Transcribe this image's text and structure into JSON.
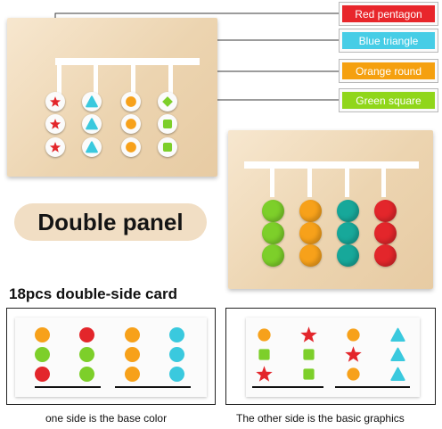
{
  "labels": [
    {
      "text": "Red pentagon",
      "color": "#e8262b"
    },
    {
      "text": "Blue triangle",
      "color": "#47cde6"
    },
    {
      "text": "Orange round",
      "color": "#f5a00f"
    },
    {
      "text": "Green square",
      "color": "#90d61a"
    }
  ],
  "banner": "Double panel",
  "cards_heading": "18pcs double-side card",
  "captions": {
    "color_side": "one side is the base color",
    "graphic_side": "The other side is the basic graphics"
  },
  "colors": {
    "red": "#e3262b",
    "blue": "#3ac9de",
    "orange": "#f7a11a",
    "green": "#7dcf2a",
    "teal": "#17a89a"
  }
}
